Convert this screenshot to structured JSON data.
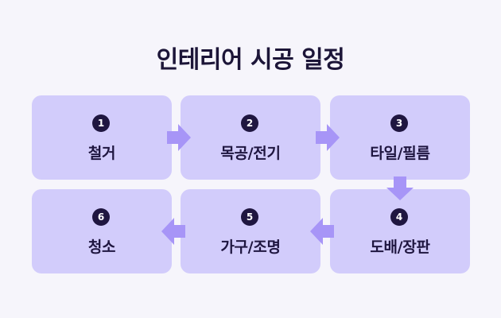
{
  "title": "인테리어 시공 일정",
  "steps": [
    {
      "number": "1",
      "label": "철거"
    },
    {
      "number": "2",
      "label": "목공/전기"
    },
    {
      "number": "3",
      "label": "타일/필름"
    },
    {
      "number": "4",
      "label": "도배/장판"
    },
    {
      "number": "5",
      "label": "가구/조명"
    },
    {
      "number": "6",
      "label": "청소"
    }
  ],
  "colors": {
    "background": "#f6f5fb",
    "card": "#d2ccfb",
    "arrow": "#a795f7",
    "text": "#1f1640"
  }
}
